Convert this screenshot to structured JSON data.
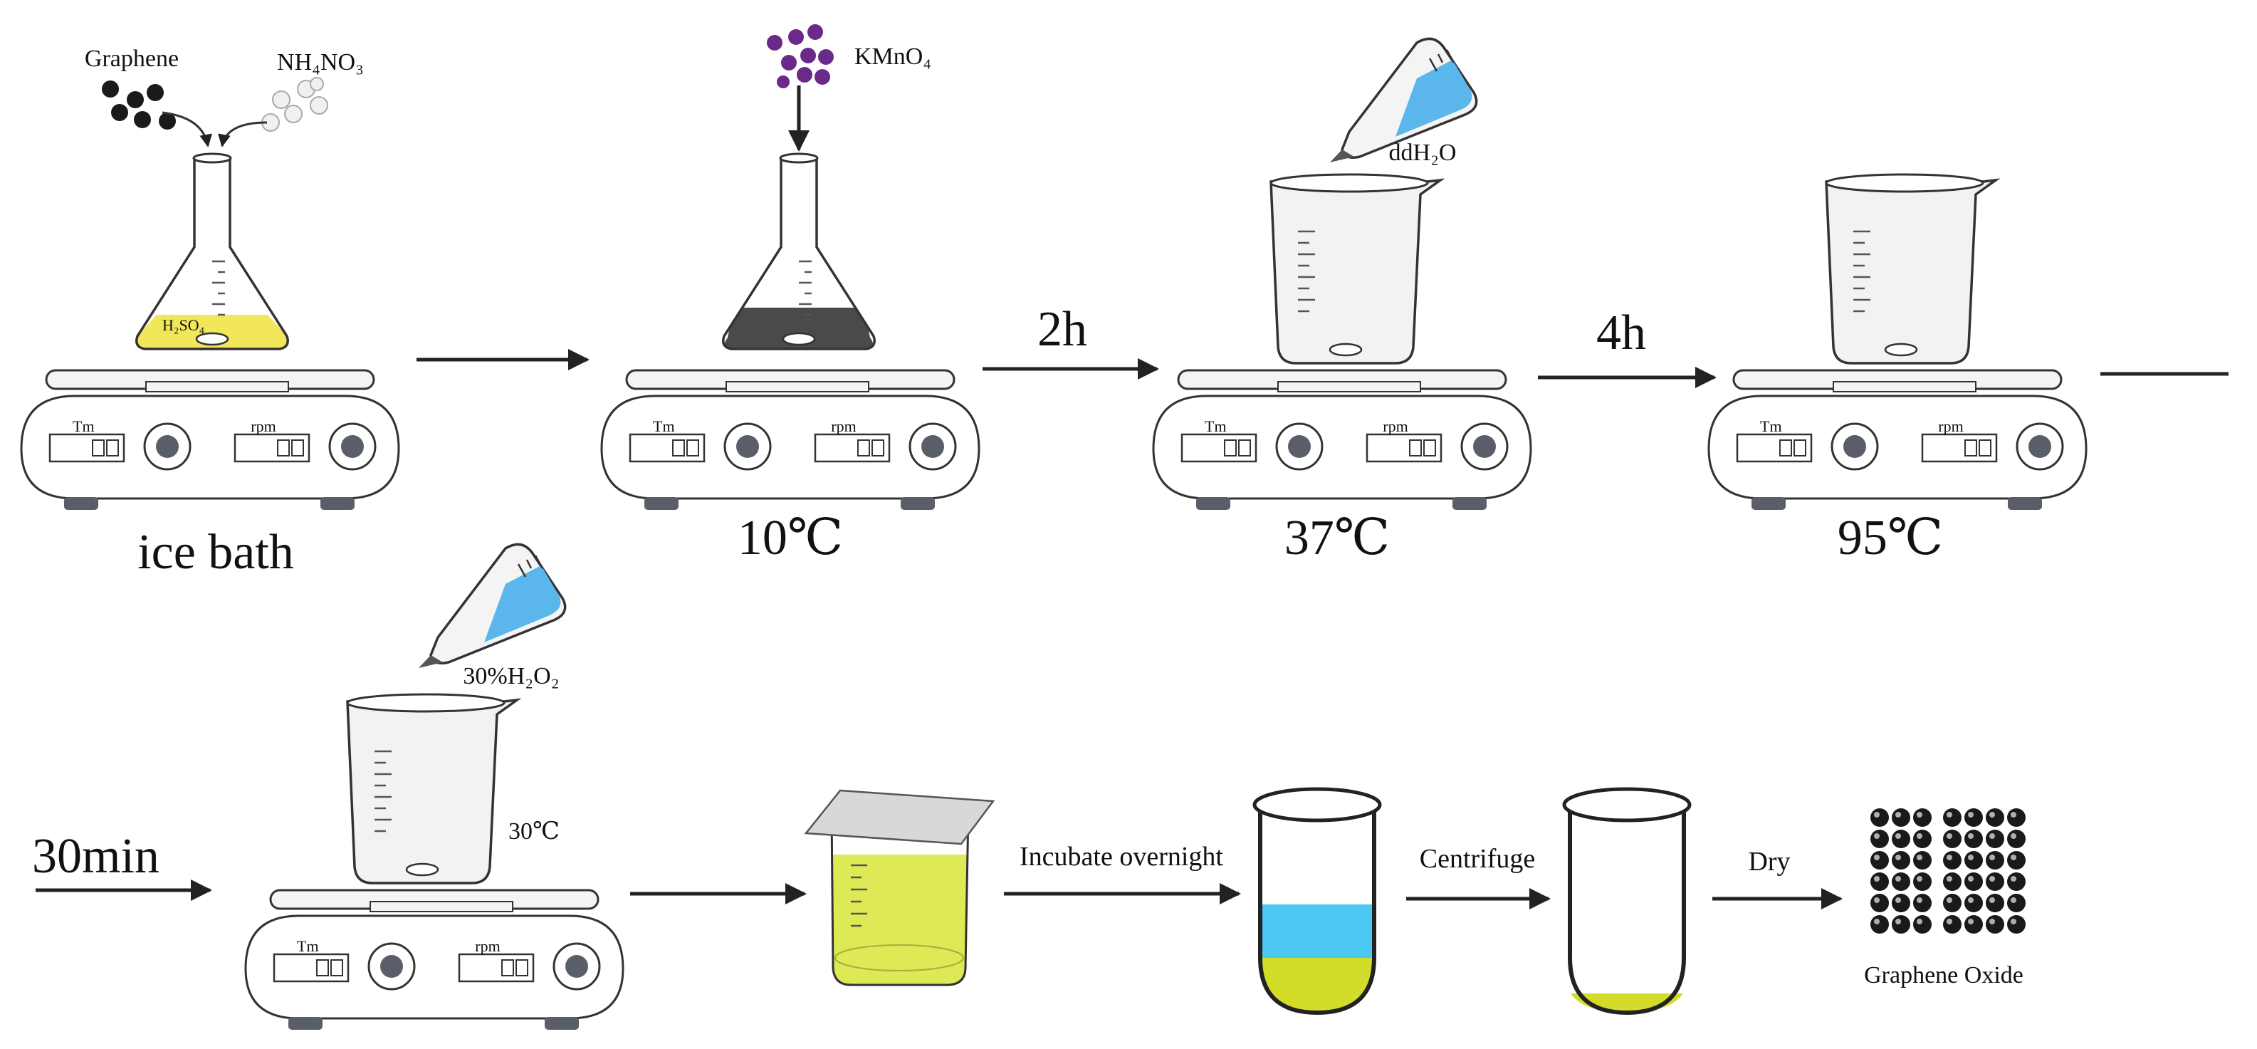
{
  "labels": {
    "graphene": "Graphene",
    "nh4no3": "NH₄NO₃",
    "h2so4": "H₂SO₄",
    "kmno4": "KMnO₄",
    "ddh2o": "ddH₂O",
    "h2o2": "30%H₂O₂",
    "graphene_oxide": "Graphene Oxide"
  },
  "conditions": {
    "ice_bath": "ice bath",
    "t1": "10℃",
    "t2": "37℃",
    "t3": "95℃",
    "t4": "30℃"
  },
  "durations": {
    "d1": "2h",
    "d2": "4h",
    "d3": "30min"
  },
  "steps": {
    "incubate": "Incubate overnight",
    "centrifuge": "Centrifuge",
    "dry": "Dry"
  },
  "stirrer": {
    "tm": "Tm",
    "rpm": "rpm"
  },
  "colors": {
    "h2so4_yellow": "#f2e65a",
    "dark_mixture": "#4a4a4a",
    "potassium_permanganate": "#6a2a8a",
    "water_blue": "#4cc8f2",
    "supernatant_blue": "#4cc8f2",
    "sediment_yellow": "#d4dc2a",
    "final_yellow": "#dde955",
    "graphene_black": "#1a1a1a"
  }
}
